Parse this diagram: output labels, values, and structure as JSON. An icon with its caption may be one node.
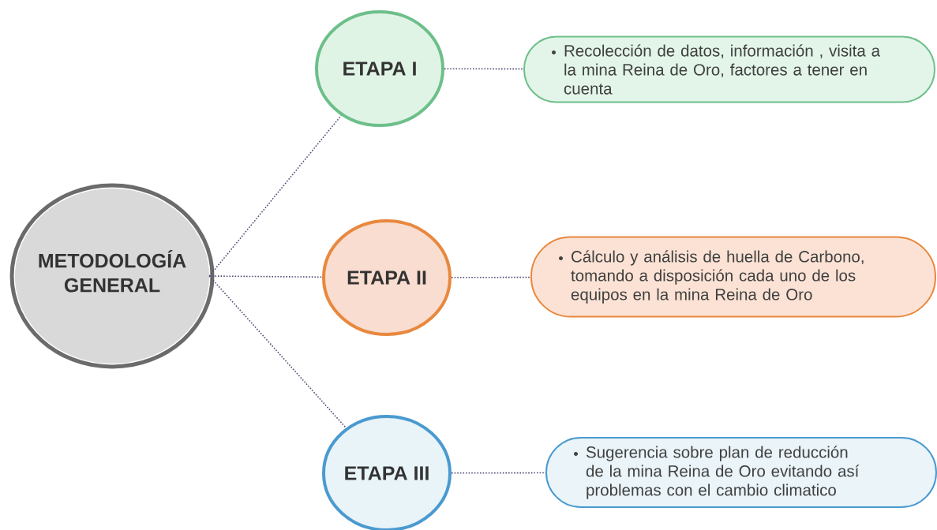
{
  "diagram": {
    "nodes": [
      {
        "text": [
          "METODOLOGÍA GENERAL"
        ]
      },
      {
        "text": [
          "ETAPA I"
        ]
      },
      {
        "text": [
          "ETAPA II"
        ]
      },
      {
        "text": [
          "ETAPA III"
        ]
      },
      {
        "text": [
          "Recolección de datos, información , visita a la mina Reina de Oro, factores a tener en cuenta"
        ]
      },
      {
        "text": [
          "Cálculo y análisis de huella de Carbono, tomando a disposición cada uno de los equipos en la mina Reina de Oro"
        ]
      },
      {
        "text": [
          "Sugerencia sobre plan de reducción de la mina Reina de Oro evitando así problemas con el cambio climatico"
        ]
      }
    ],
    "edges": [
      {
        "from": 0,
        "to": 1,
        "arrow": "none"
      },
      {
        "from": 0,
        "to": 2,
        "arrow": "none"
      },
      {
        "from": 0,
        "to": 3,
        "arrow": "none"
      },
      {
        "from": 1,
        "to": 4,
        "arrow": "none"
      },
      {
        "from": 2,
        "to": 5,
        "arrow": "none"
      },
      {
        "from": 3,
        "to": 6,
        "arrow": "none"
      }
    ]
  }
}
